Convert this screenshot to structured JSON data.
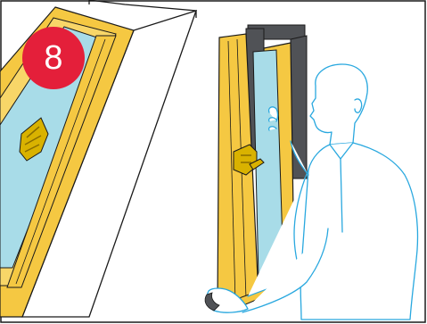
{
  "step": {
    "number": "8"
  },
  "colors": {
    "badge": "#e41f3a",
    "frame_wood": "#f5c842",
    "glass": "#a8dce8",
    "frame_dark": "#505256",
    "hinge": "#d9b200",
    "person_outline": "#29a8df",
    "outline": "#1a1a1a"
  },
  "icons": {
    "step_badge": "red-circle",
    "hinge": "window-hinge-icon",
    "person": "installer-person-outline"
  }
}
